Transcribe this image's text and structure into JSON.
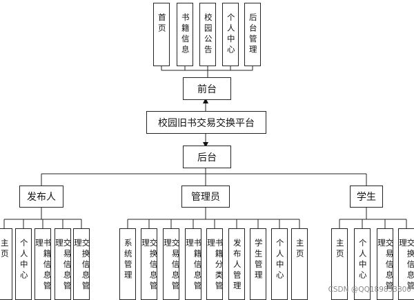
{
  "platform": {
    "title": "校园旧书交易交换平台"
  },
  "frontend": {
    "label": "前台",
    "modules": [
      "首页",
      "书籍信息",
      "校园公告",
      "个人中心",
      "后台管理"
    ]
  },
  "backend": {
    "label": "后台",
    "roles": [
      {
        "label": "发布人",
        "modules": [
          "主页",
          "个人中心",
          "书籍信息管理",
          "交易信息管理",
          "交换信息管理"
        ]
      },
      {
        "label": "管理员",
        "modules": [
          "系统管理",
          "交换信息管理",
          "交易信息管理",
          "书籍信息管理",
          "书籍分类管理",
          "发布人管理",
          "学生管理",
          "个人中心",
          "主页"
        ]
      },
      {
        "label": "学生",
        "modules": [
          "主页",
          "个人中心",
          "交易信息管理",
          "交换信息管理"
        ]
      }
    ]
  },
  "watermark": "CSDN @QQ189853800"
}
